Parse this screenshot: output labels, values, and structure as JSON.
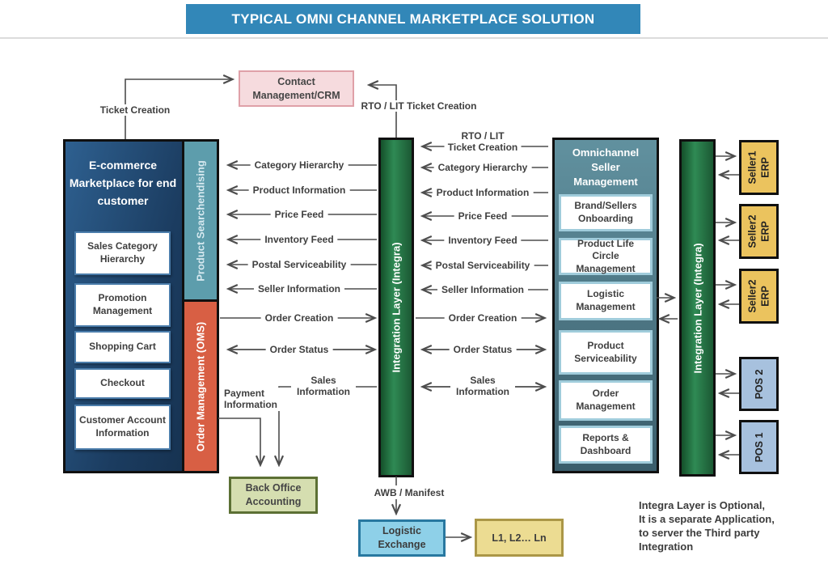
{
  "title_bar": {
    "text": "TYPICAL OMNI CHANNEL MARKETPLACE SOLUTION"
  },
  "crm_box": {
    "label": "Contact Management/CRM"
  },
  "connector_labels": {
    "ticket_creation": "Ticket Creation",
    "rto_lit_ticket_creation": "RTO / LIT Ticket Creation",
    "payment_information": "Payment Information",
    "awb_manifest": "AWB / Manifest"
  },
  "ecommerce_marketplace": {
    "title": "E-commerce Marketplace for end customer",
    "modules": [
      "Sales Category Hierarchy",
      "Promotion Management",
      "Shopping Cart",
      "Checkout",
      "Customer Account Information"
    ],
    "product_searchendising_bar": "Product Searchendising",
    "order_management_bar": "Order Management (OMS)"
  },
  "integration_layers": {
    "left": "Integration Layer (Integra)",
    "right": "Integration Layer (Integra)"
  },
  "flows_left": [
    "Category Hierarchy",
    "Product Information",
    "Price Feed",
    "Inventory Feed",
    "Postal Serviceability",
    "Seller Information",
    "Order Creation",
    "Order Status",
    "Sales Information"
  ],
  "flows_middle": [
    "RTO / LIT Ticket Creation",
    "Category Hierarchy",
    "Product Information",
    "Price Feed",
    "Inventory Feed",
    "Postal Serviceability",
    "Seller Information",
    "Order Creation",
    "Order Status",
    "Sales Information"
  ],
  "omnichannel_seller_management": {
    "title": "Omnichannel Seller Management",
    "modules": [
      "Brand/Sellers Onboarding",
      "Product Life Circle Management",
      "Logistic Management",
      "Product Serviceability",
      "Order Management",
      "Reports & Dashboard"
    ]
  },
  "external_systems": [
    "Seller1 ERP",
    "Seller2 ERP",
    "Seller2 ERP",
    "POS 2",
    "POS 1"
  ],
  "bottom_boxes": {
    "back_office_accounting": "Back Office Accounting",
    "logistic_exchange": "Logistic Exchange",
    "logistics_partners": "L1, L2… Ln"
  },
  "note": "Integra Layer is Optional,\nIt is a separate Application,\nto server the Third party\nIntegration",
  "colors": {
    "title_bar": "#3287B8",
    "navy_panel": "#1B3C60",
    "searchendising_bar": "#5D9DAC",
    "oms_bar": "#D85F44",
    "integration_green": "#2F8A54",
    "omnichannel_teal": "#4A7584",
    "erp_yellow": "#EBC35E",
    "pos_blue": "#A7C1DE",
    "crm_pink": "#F6DBDE",
    "back_office_green": "#D5DEB0",
    "logistic_exchange_blue": "#8ED0E8",
    "l_box_yellow": "#ECDC92",
    "line_gray": "#4D4D4D"
  }
}
